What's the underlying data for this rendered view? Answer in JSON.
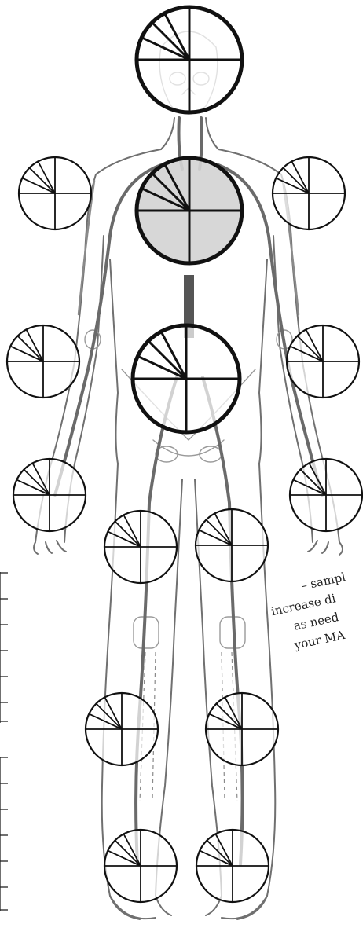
{
  "annotation": {
    "lines": [
      "– sampl",
      "increase di",
      "as need",
      "your MA"
    ]
  },
  "gauges": [
    {
      "id": "head",
      "bold": true,
      "filled": false
    },
    {
      "id": "chest",
      "bold": true,
      "filled": true
    },
    {
      "id": "abdomen",
      "bold": true,
      "filled": false
    },
    {
      "id": "upper-arm-left",
      "bold": false,
      "filled": false
    },
    {
      "id": "upper-arm-right",
      "bold": false,
      "filled": false
    },
    {
      "id": "elbow-left",
      "bold": false,
      "filled": false
    },
    {
      "id": "elbow-right",
      "bold": false,
      "filled": false
    },
    {
      "id": "wrist-left",
      "bold": false,
      "filled": false
    },
    {
      "id": "wrist-right",
      "bold": false,
      "filled": false
    },
    {
      "id": "thigh-left",
      "bold": false,
      "filled": false
    },
    {
      "id": "thigh-right",
      "bold": false,
      "filled": false
    },
    {
      "id": "calf-left",
      "bold": false,
      "filled": false
    },
    {
      "id": "calf-right",
      "bold": false,
      "filled": false
    },
    {
      "id": "ankle-left",
      "bold": false,
      "filled": false
    },
    {
      "id": "ankle-right",
      "bold": false,
      "filled": false
    }
  ],
  "colors": {
    "filled_gauge": "#d4d4d4",
    "empty_gauge": "#ffffff",
    "ink": "#111111"
  }
}
